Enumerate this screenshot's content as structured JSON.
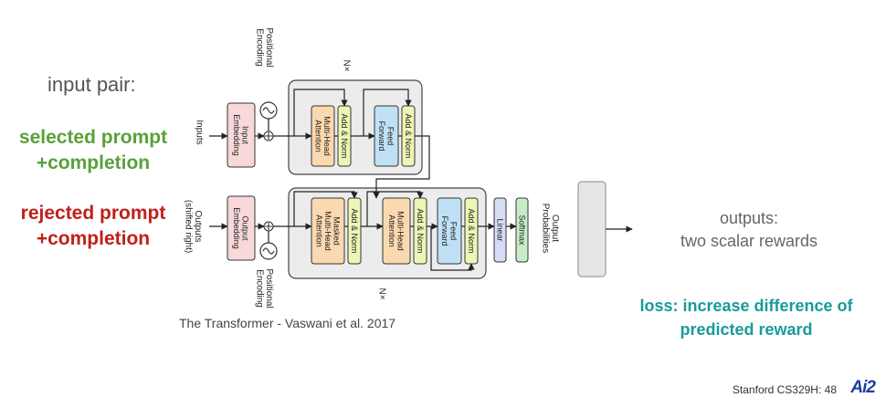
{
  "slide": {
    "input_pair": "input pair:",
    "selected_line1": "selected prompt",
    "selected_line2": "+completion",
    "rejected_line1": "rejected prompt",
    "rejected_line2": "+completion",
    "outputs_line1": "outputs:",
    "outputs_line2": "two scalar rewards",
    "loss_line1": "loss: increase difference of",
    "loss_line2": "predicted reward",
    "caption": "The Transformer - Vaswani et al. 2017",
    "footer": "Stanford CS329H: 48",
    "logo": "Ai2"
  },
  "diagram": {
    "inputs": "Inputs",
    "outputs_line1": "Outputs",
    "outputs_line2": "(shifted right)",
    "input_embedding": [
      "Input",
      "Embedding"
    ],
    "output_embedding": [
      "Output",
      "Embedding"
    ],
    "positional_encoding": [
      "Positional",
      "Encoding"
    ],
    "nx": "N×",
    "multi_head_attention": [
      "Multi-Head",
      "Attention"
    ],
    "masked_multi_head_attention": [
      "Masked",
      "Multi-Head",
      "Attention"
    ],
    "add_norm": "Add & Norm",
    "feed_forward": [
      "Feed",
      "Forward"
    ],
    "linear": "Linear",
    "softmax": "Softmax",
    "output_probabilities": [
      "Output",
      "Probabilities"
    ]
  },
  "colors": {
    "selected": "#5aa03a",
    "rejected": "#c0201a",
    "loss": "#1a9a9a",
    "attention": "#fbd9b0",
    "add_norm": "#eef5b5",
    "feed_forward": "#bfe0f5",
    "embedding": "#f8d8d8",
    "linear": "#d6dcf5",
    "softmax": "#c8ecc8",
    "stack": "#ececec",
    "reward_head": "#e6e6e6"
  }
}
